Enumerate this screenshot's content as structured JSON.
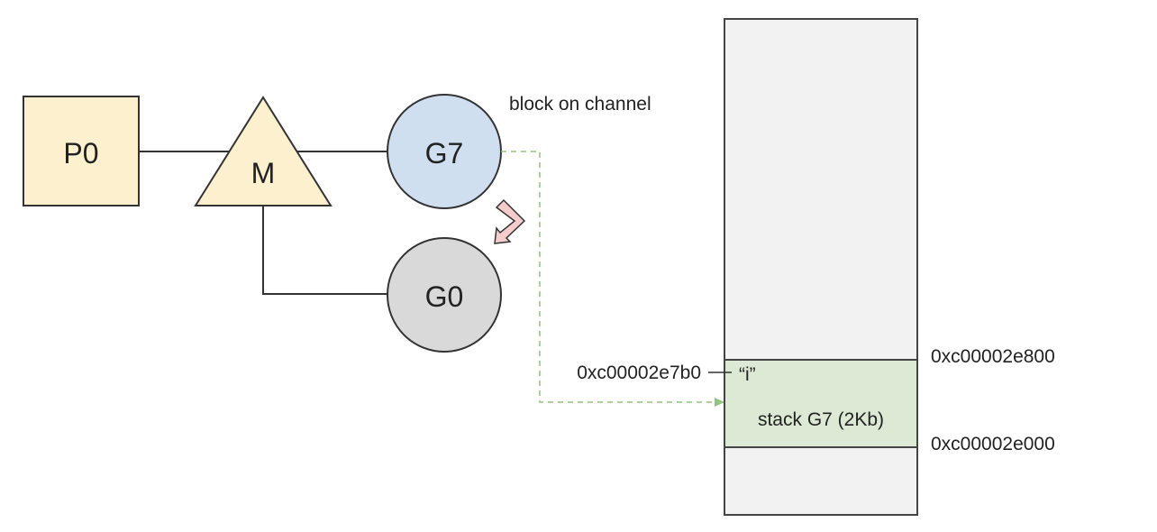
{
  "diagram": {
    "nodes": {
      "p0": {
        "label": "P0",
        "shape": "square",
        "fill": "#fcf0cf"
      },
      "m": {
        "label": "M",
        "shape": "triangle",
        "fill": "#fcf0cf"
      },
      "g7": {
        "label": "G7",
        "shape": "circle",
        "fill": "#cfdfef"
      },
      "g0": {
        "label": "G0",
        "shape": "circle",
        "fill": "#d9d9d9"
      }
    },
    "annotations": {
      "g7_state": "block on channel",
      "var_address": "0xc00002e7b0",
      "var_name": "“i”",
      "stack_label": "stack G7 (2Kb)",
      "stack_top_address": "0xc00002e800",
      "stack_bottom_address": "0xc00002e000"
    },
    "icons": {
      "switch_arrow": "curved-down-left-arrow"
    },
    "colors": {
      "memory_fill": "#f2f2f2",
      "stack_fill": "#dce9d5",
      "dashed_link": "#93c47d",
      "switch_arrow_fill": "#f4cccc",
      "stroke": "#333333"
    }
  }
}
